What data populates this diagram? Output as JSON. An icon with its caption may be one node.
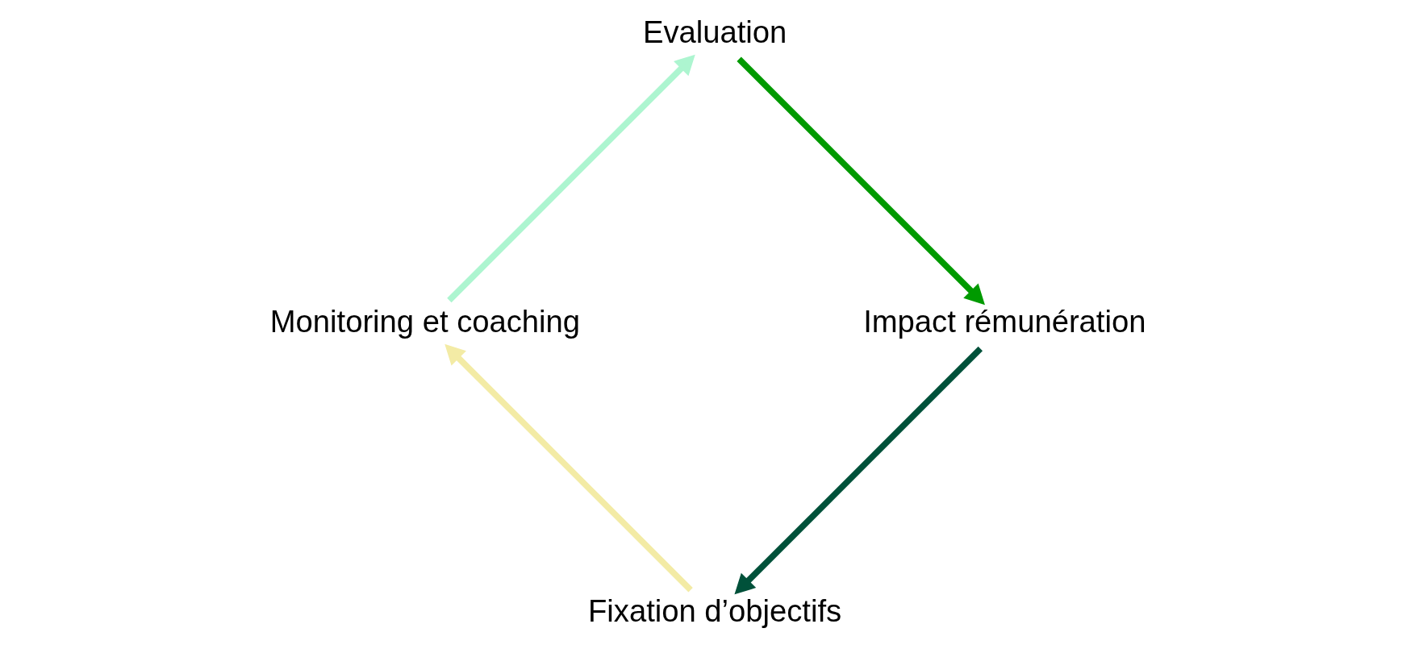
{
  "diagram": {
    "nodes": [
      {
        "text": [
          "Fixation d’objectifs"
        ]
      },
      {
        "text": [
          "Monitoring et coaching"
        ]
      },
      {
        "text": [
          "Impact rémunération"
        ]
      },
      {
        "text": [
          "Evaluation"
        ]
      }
    ],
    "edges": [
      {
        "from": 0,
        "to": 1,
        "arrow": "to",
        "color": "#f3eba5"
      },
      {
        "from": 1,
        "to": 3,
        "arrow": "to",
        "color": "#adf5d0"
      },
      {
        "from": 3,
        "to": 2,
        "arrow": "to",
        "color": "#009a00"
      },
      {
        "from": 2,
        "to": 0,
        "arrow": "to",
        "color": "#00513a"
      }
    ]
  }
}
